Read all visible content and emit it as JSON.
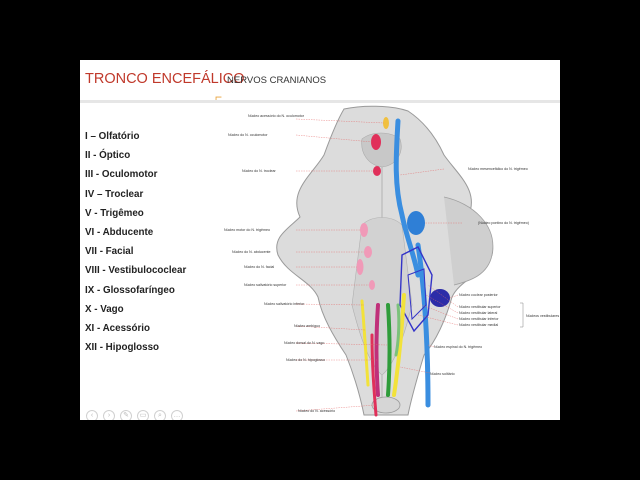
{
  "slide": {
    "title": "TRONCO ENCEFÁLICO",
    "subtitle": "NERVOS CRANIANOS"
  },
  "nerves": [
    "I – Olfatório",
    "II - Óptico",
    "III - Oculomotor",
    "IV – Troclear",
    "V - Trigêmeo",
    "VI - Abducente",
    "VII - Facial",
    "VIII - Vestibulococlear",
    "IX - Glossofaríngeo",
    "X - Vago",
    "XI - Acessório",
    "XII - Hipoglosso"
  ],
  "figure_labels": {
    "left": [
      "Núcleo acessório do N. oculomotor",
      "Núcleo do N. oculomotor",
      "Núcleo do N. troclear",
      "Núcleo motor do N. trigêmeo",
      "Núcleo do N. abducente",
      "Núcleo do N. facial",
      "Núcleo salivatório superior",
      "Núcleo salivatório inferior",
      "Núcleo ambíguo",
      "Núcleo dorsal do N. vago",
      "Núcleo do N. hipoglosso",
      "Núcleo do N. acessório"
    ],
    "right": [
      "Núcleo mesencefálico do N. trigêmeo",
      "(Núcleo pontino do N. trigêmeo)",
      "Núcleo coclear posterior",
      "Núcleo vestibular superior",
      "Núcleo vestibular lateral",
      "Núcleo vestibular inferior",
      "Núcleo vestibular medial",
      "Núcleo espinal do N. trigêmeo",
      "Núcleo solitário"
    ],
    "group": "Núcleos vestibulares"
  },
  "controls": [
    "prev-icon",
    "next-icon",
    "pen-icon",
    "slides-icon",
    "zoom-icon",
    "more-icon"
  ],
  "colors": {
    "title": "#c0392b",
    "background": "#000000",
    "slide": "#ffffff",
    "oculomotor": "#e0305a",
    "trigeminal": "#3a8ee0",
    "vagus": "#2e9c3a",
    "hypoglossal": "#c0307a",
    "solitary": "#f2e23a",
    "vestibular": "#3434c8"
  }
}
